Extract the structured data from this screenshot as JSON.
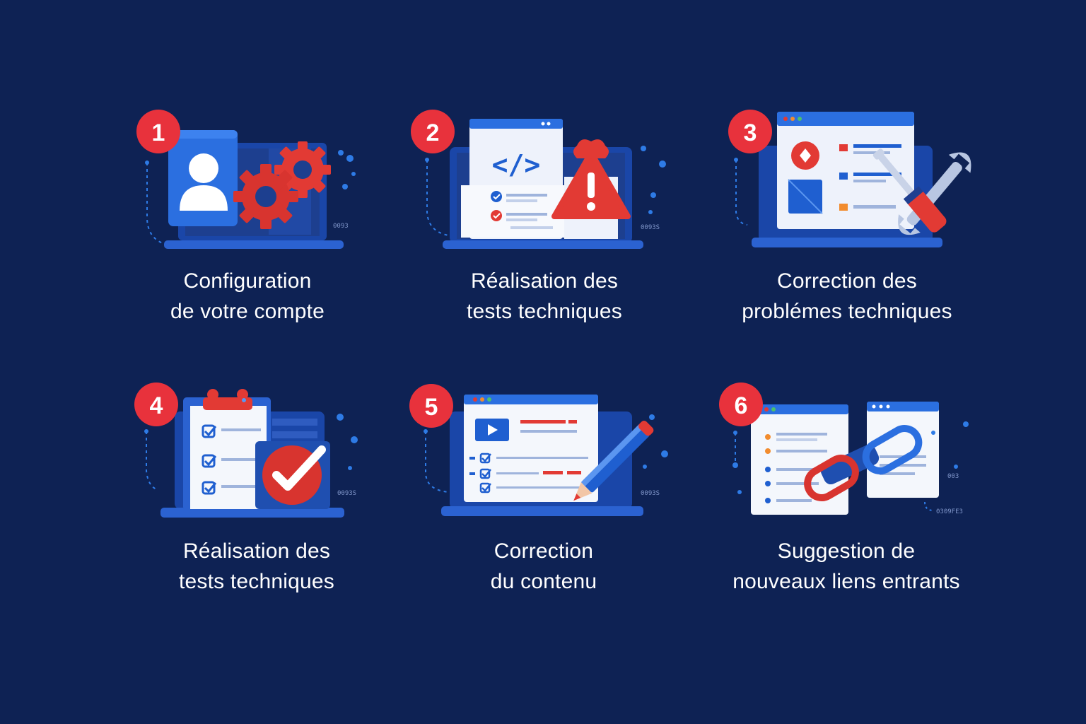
{
  "colors": {
    "background": "#0e2254",
    "badge": "#e8323c",
    "accent_blue": "#1f5fd0",
    "light_panel": "#f1f4fa",
    "text": "#ffffff"
  },
  "steps": [
    {
      "number": "1",
      "icon": "user-gears-icon",
      "lines": [
        "Configuration",
        "de votre compte"
      ],
      "code": "0093"
    },
    {
      "number": "2",
      "icon": "code-warning-icon",
      "lines": [
        "Réalisation des",
        "tests techniques"
      ],
      "code": "0093S"
    },
    {
      "number": "3",
      "icon": "repair-tools-icon",
      "lines": [
        "Correction des",
        "problémes techniques"
      ]
    },
    {
      "number": "4",
      "icon": "checklist-approved-icon",
      "lines": [
        "Réalisation des",
        "tests techniques"
      ],
      "code": "0093S"
    },
    {
      "number": "5",
      "icon": "content-edit-pencil-icon",
      "lines": [
        "Correction",
        "du contenu"
      ],
      "code": "0093S"
    },
    {
      "number": "6",
      "icon": "chain-link-icon",
      "lines": [
        "Suggestion de",
        "nouveaux liens entrants"
      ],
      "code": "0309FE3",
      "code2": "003"
    }
  ]
}
